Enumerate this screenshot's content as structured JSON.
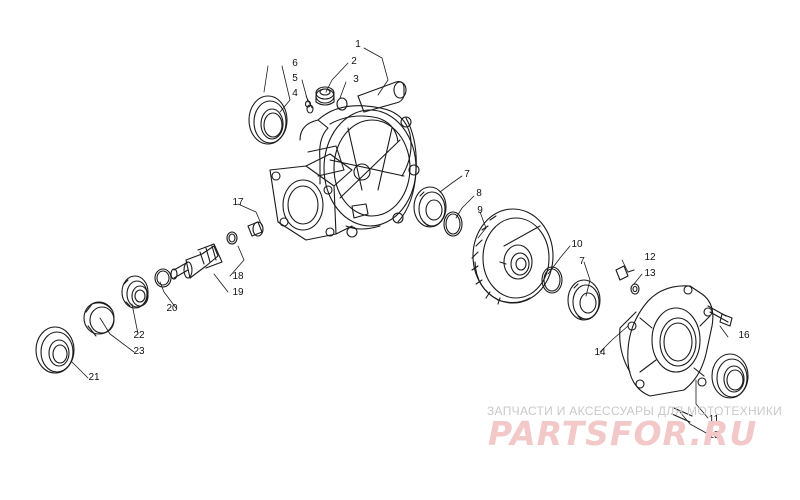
{
  "diagram": {
    "callouts": [
      {
        "id": "c1",
        "text": "1"
      },
      {
        "id": "c2",
        "text": "2"
      },
      {
        "id": "c3",
        "text": "3"
      },
      {
        "id": "c4",
        "text": "4"
      },
      {
        "id": "c5",
        "text": "5"
      },
      {
        "id": "c6",
        "text": "6"
      },
      {
        "id": "c7a",
        "text": "7"
      },
      {
        "id": "c7b",
        "text": "7"
      },
      {
        "id": "c8",
        "text": "8"
      },
      {
        "id": "c9",
        "text": "9"
      },
      {
        "id": "c10",
        "text": "10"
      },
      {
        "id": "c11",
        "text": "11"
      },
      {
        "id": "c12",
        "text": "12"
      },
      {
        "id": "c13",
        "text": "13"
      },
      {
        "id": "c14",
        "text": "14"
      },
      {
        "id": "c15",
        "text": "15"
      },
      {
        "id": "c16",
        "text": "16"
      },
      {
        "id": "c17",
        "text": "17"
      },
      {
        "id": "c18",
        "text": "18"
      },
      {
        "id": "c19",
        "text": "19"
      },
      {
        "id": "c20",
        "text": "20"
      },
      {
        "id": "c21",
        "text": "21"
      },
      {
        "id": "c22",
        "text": "22"
      },
      {
        "id": "c23",
        "text": "23"
      }
    ]
  },
  "watermark": {
    "subtitle": "ЗАПЧАСТИ И АКСЕССУАРЫ ДЛЯ МОТОТЕХНИКИ",
    "logo": "PARTSFOR.RU"
  },
  "colors": {
    "line": "#1a1a1a",
    "watermark_logo": "#f2c8c8",
    "watermark_text": "#c9c9c9"
  }
}
